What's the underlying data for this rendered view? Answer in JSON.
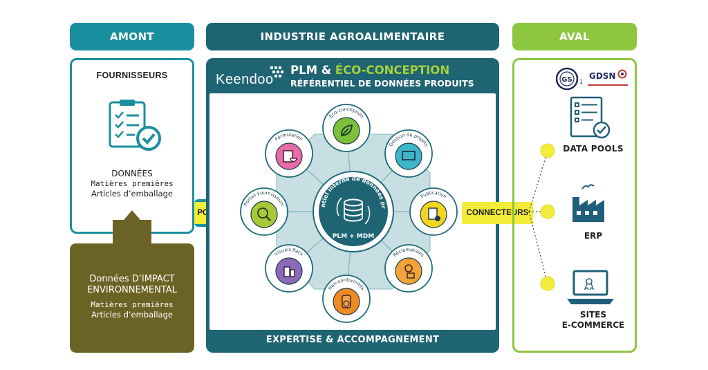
{
  "headers": {
    "amont": "AMONT",
    "industrie": "INDUSTRIE AGROALIMENTAIRE",
    "aval": "AVAL"
  },
  "amont": {
    "fournisseurs": "FOURNISSEURS",
    "donnees_title": "DONNÉES",
    "donnees_line1": "Matières premières",
    "donnees_line2": "Articles d’emballage",
    "impact_title1": "Données D’IMPACT",
    "impact_title2": "ENVIRONNEMENTAL",
    "impact_line1": "Matières premières",
    "impact_line2": "Articles d’emballage"
  },
  "center": {
    "logo": "Keendoo",
    "plm": "PLM",
    "amp": "&",
    "eco": "ÉCO-CONCEPTION",
    "subtitle": "RÉFÉRENTIEL DE DONNÉES PRODUITS",
    "core_label_top": "Référentiel interne de données produits",
    "core_label_bottom": "PLM + MDM",
    "footer": "EXPERTISE & ACCOMPAGNEMENT",
    "nodes": [
      {
        "label": "Éco-conception",
        "icon": "leaf-icon",
        "color": "#7cbf3a"
      },
      {
        "label": "Gestion de projets",
        "icon": "project-icon",
        "color": "#3fb5c8"
      },
      {
        "label": "Publication",
        "icon": "publication-icon",
        "color": "#f2d51f"
      },
      {
        "label": "Réclamations",
        "icon": "complaint-icon",
        "color": "#f2a33a"
      },
      {
        "label": "Non-conformités",
        "icon": "nonconformity-icon",
        "color": "#f08a24"
      },
      {
        "label": "Visuels Pack",
        "icon": "visuals-icon",
        "color": "#8b6bb8"
      },
      {
        "label": "Portail Fournisseurs",
        "icon": "supplier-portal-icon",
        "color": "#a8c83a"
      },
      {
        "label": "Formulation",
        "icon": "formulation-icon",
        "color": "#e86aa8"
      }
    ]
  },
  "connectors": {
    "portail": "PORTAIL",
    "connecteurs": "CONNECTEURS"
  },
  "aval": {
    "gs1": "GS1",
    "gdsn": "GDSN",
    "items": [
      {
        "label": "DATA POOLS",
        "icon": "checklist-icon"
      },
      {
        "label": "ERP",
        "icon": "factory-icon"
      },
      {
        "label": "SITES",
        "label2": "E-COMMERCE",
        "icon": "laptop-icon"
      }
    ]
  },
  "colors": {
    "amont": "#1a8fa0",
    "industrie": "#1f6473",
    "aval": "#8dc63f",
    "impact": "#6b6325",
    "connector": "#f2ec3a"
  }
}
